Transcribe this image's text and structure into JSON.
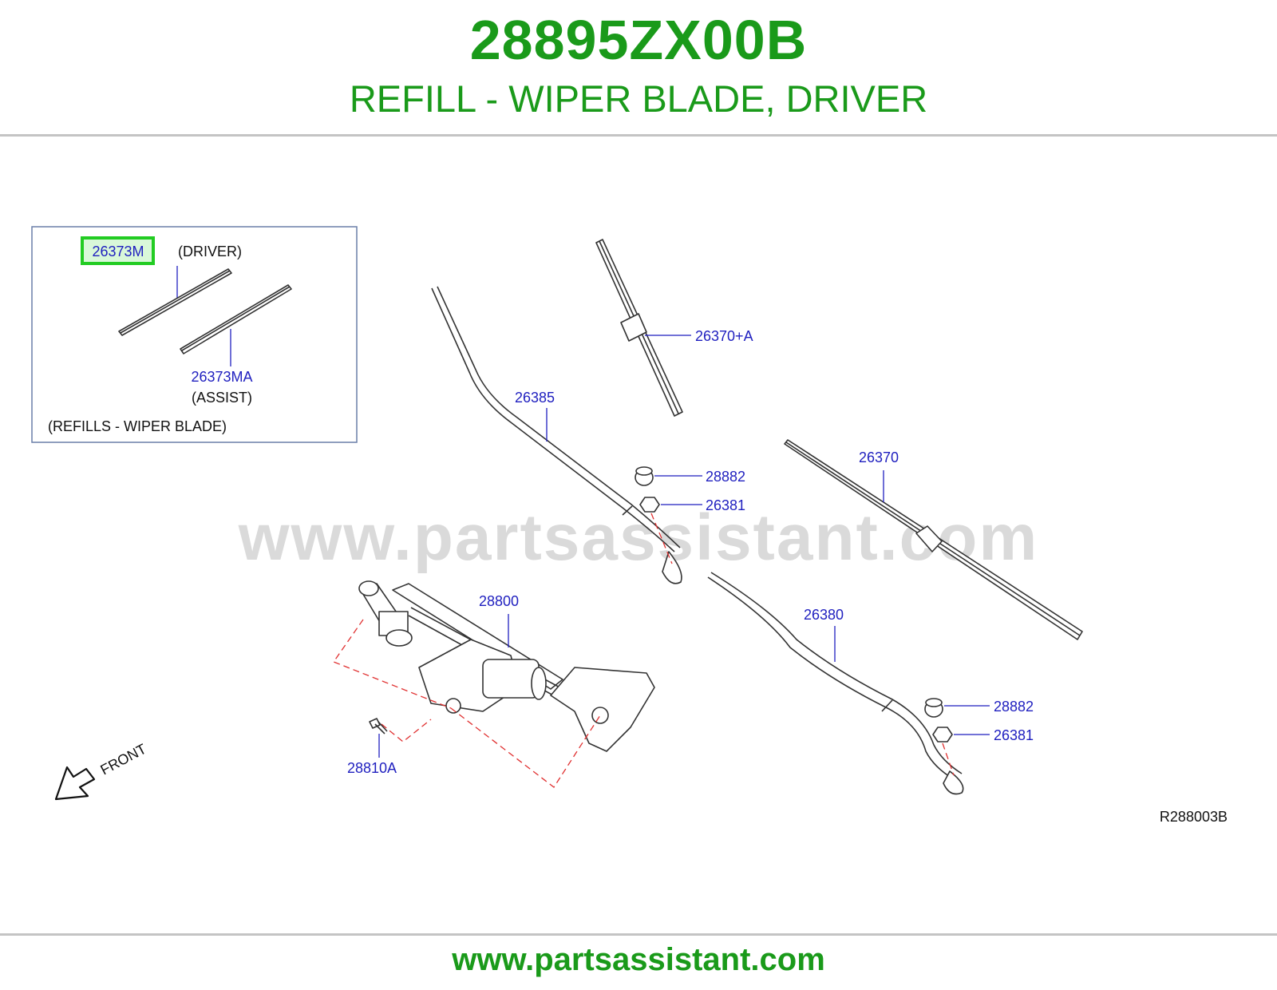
{
  "header": {
    "part_number": "28895ZX00B",
    "part_title": "REFILL - WIPER BLADE, DRIVER"
  },
  "diagram": {
    "watermark": "www.partsassistant.com",
    "inset": {
      "highlighted_part": "26373M",
      "driver_label": "(DRIVER)",
      "assist_part": "26373MA",
      "assist_label": "(ASSIST)",
      "caption": "(REFILLS  -  WIPER  BLADE)"
    },
    "callouts": {
      "blade_assist": "26370+A",
      "arm_driver": "26385",
      "cap_driver": "28882",
      "nut_driver": "26381",
      "blade_driver": "26370",
      "linkage_motor": "28800",
      "arm_assist": "26380",
      "cap_assist": "28882",
      "nut_assist": "26381",
      "bolt": "28810A"
    },
    "front_label": "FRONT",
    "diagram_code": "R288003B",
    "highlight_color": "#22cc22"
  },
  "footer": {
    "url": "www.partsassistant.com"
  }
}
